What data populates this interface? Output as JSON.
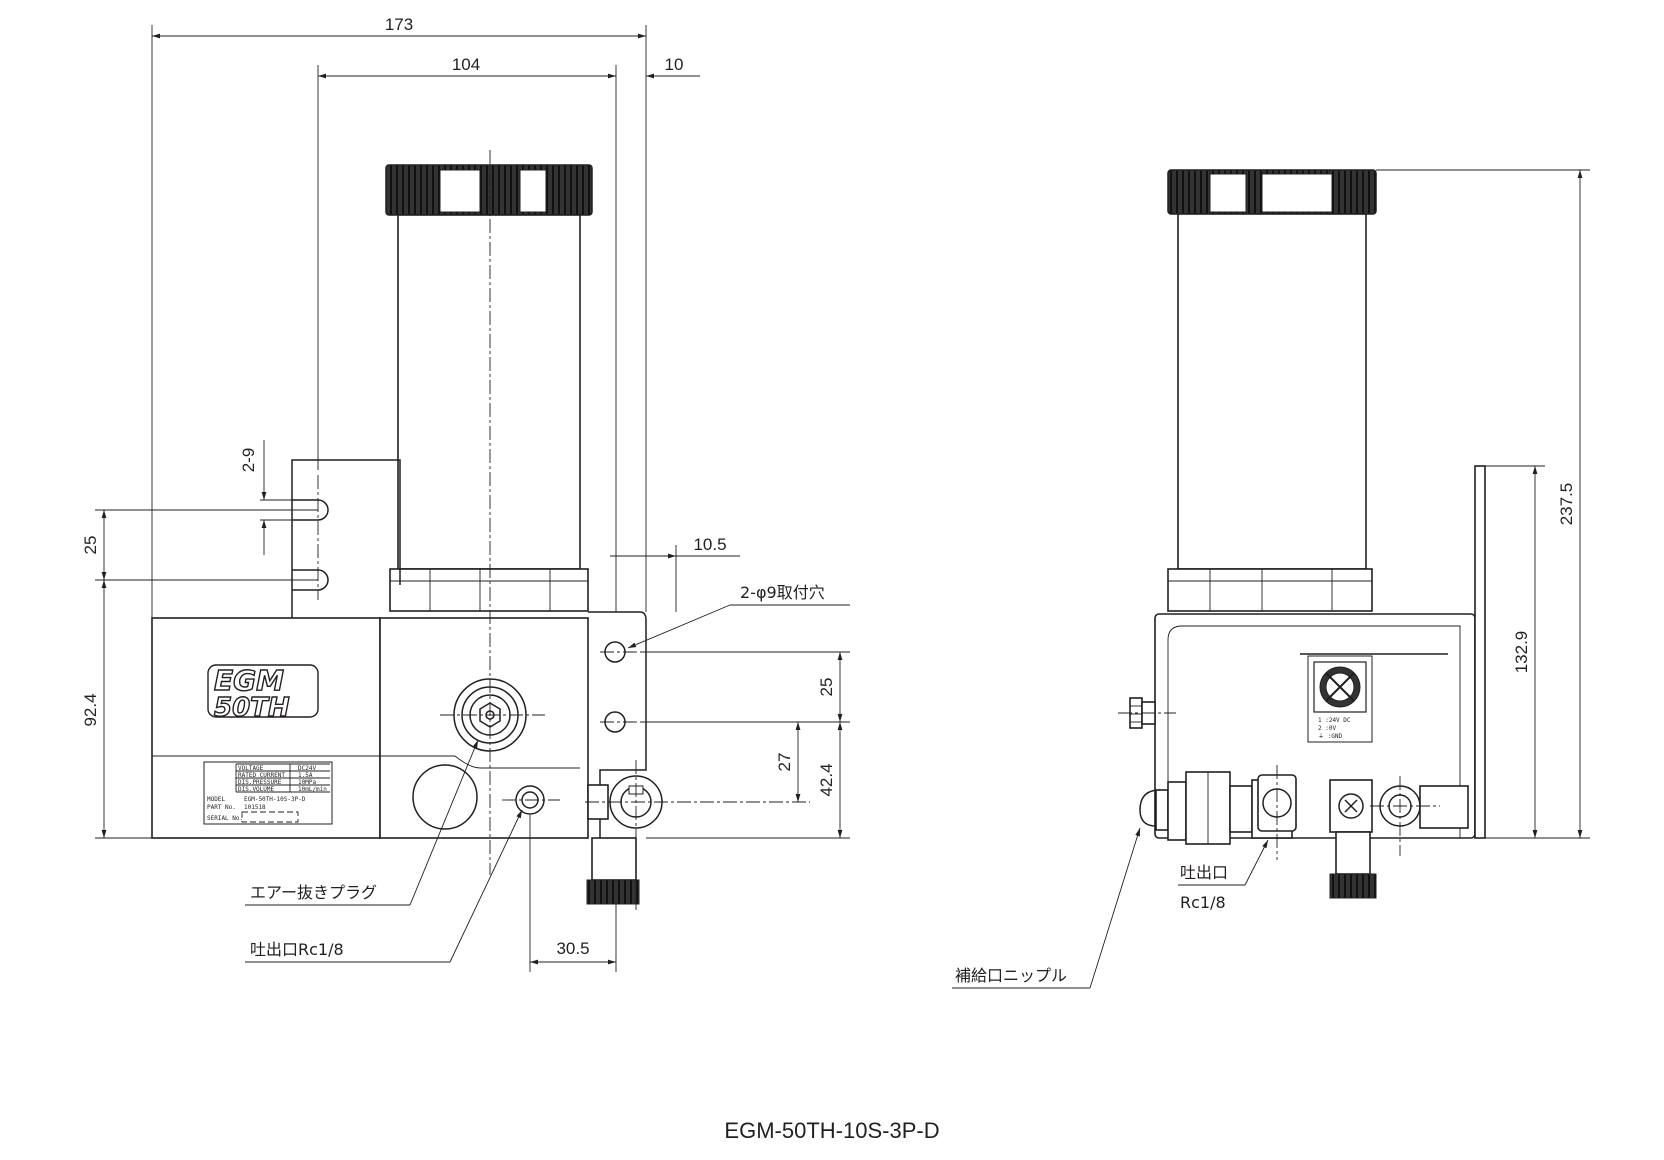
{
  "drawing": {
    "caption": "EGM-50TH-10S-3P-D",
    "dimensions": {
      "overall_width": "173",
      "body_width": "104",
      "bracket_width": "10",
      "slot_width": "2-9",
      "slot_pitch": "25",
      "base_height": "92.4",
      "hole_offset": "10.5",
      "hole_pitch": "25",
      "outlet_height": "27",
      "hole_height": "42.4",
      "outlet_offset": "30.5",
      "total_height": "237.5",
      "bracket_height": "132.9"
    },
    "labels": {
      "mounting_holes": "2-φ9取付穴",
      "air_vent_plug": "エアー抜きプラグ",
      "outlet_left": "吐出口Rc1/8",
      "outlet_right_1": "吐出口",
      "outlet_right_2": "Rc1/8",
      "fill_nipple": "補給口ニップル"
    },
    "logo": {
      "line1": "EGM",
      "line2": "50TH"
    },
    "nameplate": {
      "rows": [
        {
          "key": "VOLTAGE",
          "value": "DC24V"
        },
        {
          "key": "RATED CURRENT",
          "value": "1.5A"
        },
        {
          "key": "DIS.PRESSURE",
          "value": "10MPa"
        },
        {
          "key": "DIS.VOLUME",
          "value": "10mL/min"
        }
      ],
      "model_label": "MODEL",
      "model_value": "EGM-50TH-10S-3P-D",
      "part_label": "PART No.",
      "part_value": "101518",
      "serial_label": "SERIAL No."
    },
    "connector_legend": [
      "1 :24V DC",
      "2 :0V",
      "⏚ :GND"
    ]
  }
}
